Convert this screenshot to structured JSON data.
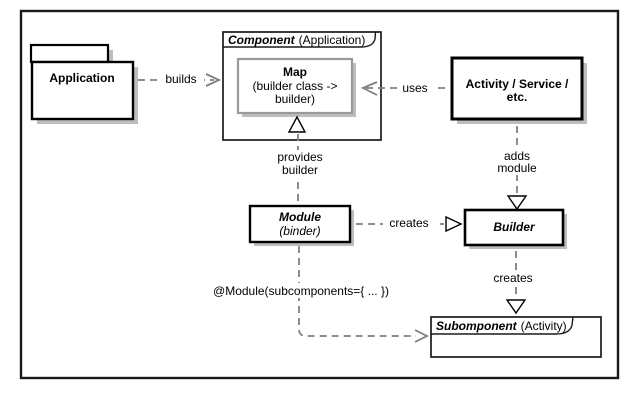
{
  "diagram": {
    "nodes": {
      "application": {
        "label": "Application"
      },
      "component": {
        "title": "Component",
        "subtitle": "(Application)"
      },
      "map": {
        "title": "Map",
        "detail1": "(builder class ->",
        "detail2": "builder)"
      },
      "activity": {
        "line1": "Activity / Service /",
        "line2": "etc."
      },
      "module": {
        "title": "Module",
        "subtitle": "(binder)"
      },
      "builder": {
        "label": "Builder"
      },
      "subcomponent": {
        "title": "Subomponent",
        "subtitle": "(Activity)"
      }
    },
    "edges": {
      "builds": {
        "label": "builds"
      },
      "uses": {
        "label": "uses"
      },
      "provides": {
        "line1": "provides",
        "line2": "builder"
      },
      "adds": {
        "line1": "adds",
        "line2": "module"
      },
      "creates_right": {
        "label": "creates"
      },
      "creates_down": {
        "label": "creates"
      },
      "annotation": {
        "label": "@Module(subcomponents={ ... })"
      }
    },
    "colors": {
      "line_gray": "#7f7f7f",
      "shadow_gray": "#bdbdbd",
      "map_border_gray": "#999999",
      "border_black": "#1a1a1a",
      "background": "#ffffff"
    }
  }
}
